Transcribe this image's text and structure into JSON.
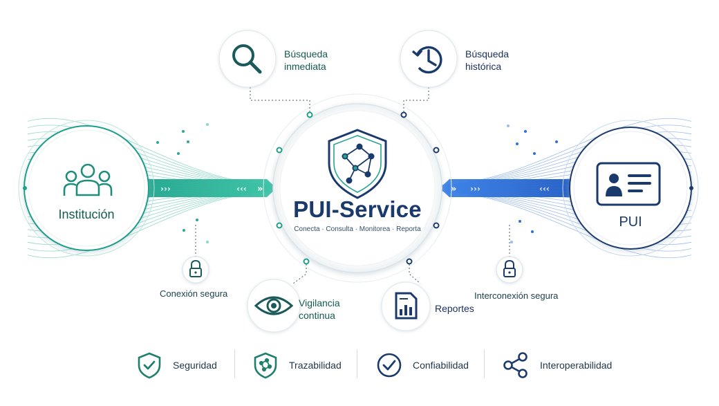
{
  "center": {
    "title": "PUI-Service",
    "subtitle": "Conecta · Consulta · Monitorea · Reporta"
  },
  "left_node": {
    "label": "Institución",
    "icon": "users-icon"
  },
  "right_node": {
    "label": "PUI",
    "icon": "id-card-icon"
  },
  "features": {
    "busqueda_inmediata": {
      "line1": "Búsqueda",
      "line2": "inmediata",
      "icon": "search-icon"
    },
    "busqueda_historica": {
      "line1": "Búsqueda",
      "line2": "histórica",
      "icon": "history-icon"
    },
    "vigilancia": {
      "line1": "Vigilancia",
      "line2": "continua",
      "icon": "eye-icon"
    },
    "reportes": {
      "label": "Reportes",
      "icon": "report-icon"
    }
  },
  "security": {
    "left": {
      "label": "Conexión segura",
      "icon": "lock-icon"
    },
    "right": {
      "label": "Interconexión segura",
      "icon": "lock-icon"
    }
  },
  "bottom": [
    {
      "label": "Seguridad",
      "icon": "shield-check-icon"
    },
    {
      "label": "Trazabilidad",
      "icon": "shield-network-icon"
    },
    {
      "label": "Confiabilidad",
      "icon": "check-circle-icon"
    },
    {
      "label": "Interoperabilidad",
      "icon": "share-icon"
    }
  ],
  "colors": {
    "teal": "#1e9f8a",
    "navy": "#1a3a6c",
    "blue": "#2f6fd6"
  }
}
